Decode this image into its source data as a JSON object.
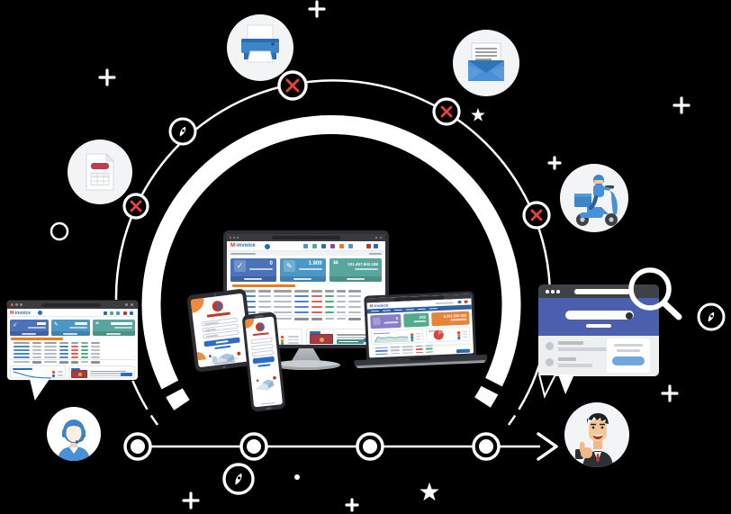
{
  "scene": {
    "background": "#000000",
    "description": "Product illustration of M-invoice e-invoicing platform on desktop, laptop, tablet and phone, ringed by feature icons, arcs and a process arrow",
    "accent_white": "#ffffff",
    "error_mark_color": "#e8413c"
  },
  "brand": {
    "logo_prefix": "M-",
    "logo_name": "invoice",
    "logo_red": "#c0392b",
    "logo_blue": "#2a6db5"
  },
  "glyphs": {
    "check": "✓",
    "pencil": "✎",
    "quote": "❝",
    "star": "★",
    "plus": "+"
  },
  "monitor_dashboard": {
    "cards": [
      {
        "icon": "check-icon",
        "value": "0",
        "color": "#4a73ba"
      },
      {
        "icon": "pencil-icon",
        "value": "1.909",
        "color": "#4b98c6"
      },
      {
        "icon": "quote-icon",
        "value": "101.457.843.186",
        "color": "#58a79e"
      }
    ],
    "table_rows": 6,
    "certificate_panel_color": "#a73b40"
  },
  "laptop_dashboard": {
    "cards": [
      {
        "value": "0",
        "color": "#8a7ec6"
      },
      {
        "value": "240",
        "color": "#52ab8c"
      },
      {
        "value": "6.342.530.000",
        "color": "#e8833a"
      }
    ],
    "charts": [
      "area-chart",
      "pie-chart"
    ]
  },
  "login_screens": {
    "devices": [
      "tablet",
      "phone"
    ],
    "fields": 3,
    "button_color": "#2a6dc0",
    "accent_orange": "#ef8a3c"
  },
  "bubbles": [
    {
      "icon": "printer-icon"
    },
    {
      "icon": "open-envelope-icon"
    },
    {
      "icon": "invoice-document-icon"
    },
    {
      "icon": "delivery-scooter-icon"
    },
    {
      "icon": "support-agent-icon"
    },
    {
      "icon": "businessman-thumbs-up-icon"
    }
  ],
  "search_window": {
    "bar_color": "#4a5fae",
    "button_color": "#6fa8dc",
    "magnifier": "magnifier-icon"
  },
  "timeline": {
    "steps": 4,
    "direction": "right-arrow"
  },
  "badges": {
    "error_x_count": 4,
    "rocket_doodle_count": 3,
    "stars": 2,
    "plus_marks": 7
  }
}
